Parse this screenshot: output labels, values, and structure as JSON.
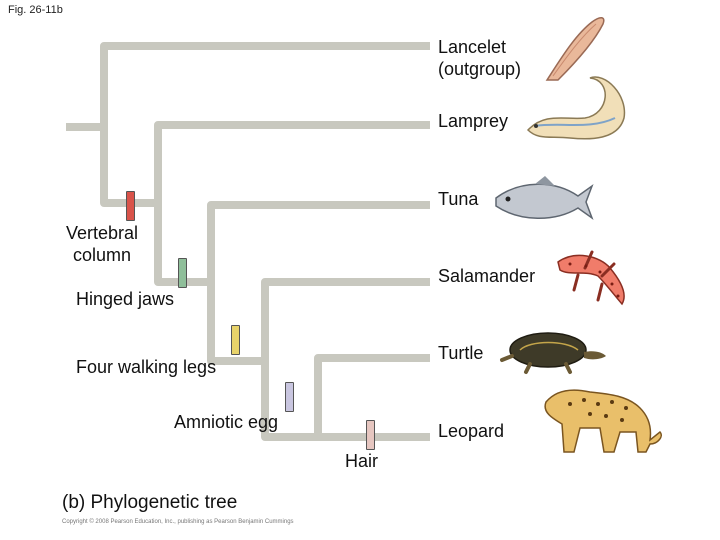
{
  "figure_label": "Fig. 26-11b",
  "taxa": {
    "lancelet": "Lancelet\n(outgroup)",
    "lamprey": "Lamprey",
    "tuna": "Tuna",
    "salamander": "Salamander",
    "turtle": "Turtle",
    "leopard": "Leopard"
  },
  "traits": {
    "vertebral_column": {
      "label": "Vertebral\ncolumn",
      "color": "#d9534a"
    },
    "hinged_jaws": {
      "label": "Hinged jaws",
      "color": "#8fbf9a"
    },
    "four_walking_legs": {
      "label": "Four walking legs",
      "color": "#e8d36a"
    },
    "amniotic_egg": {
      "label": "Amniotic egg",
      "color": "#c9c6e0"
    },
    "hair": {
      "label": "Hair",
      "color": "#e6c6c0"
    }
  },
  "caption": "(b) Phylogenetic tree",
  "copyright": "Copyright © 2008 Pearson Education, Inc., publishing as Pearson Benjamin Cummings",
  "colors": {
    "branch": "#c8c8bf"
  }
}
